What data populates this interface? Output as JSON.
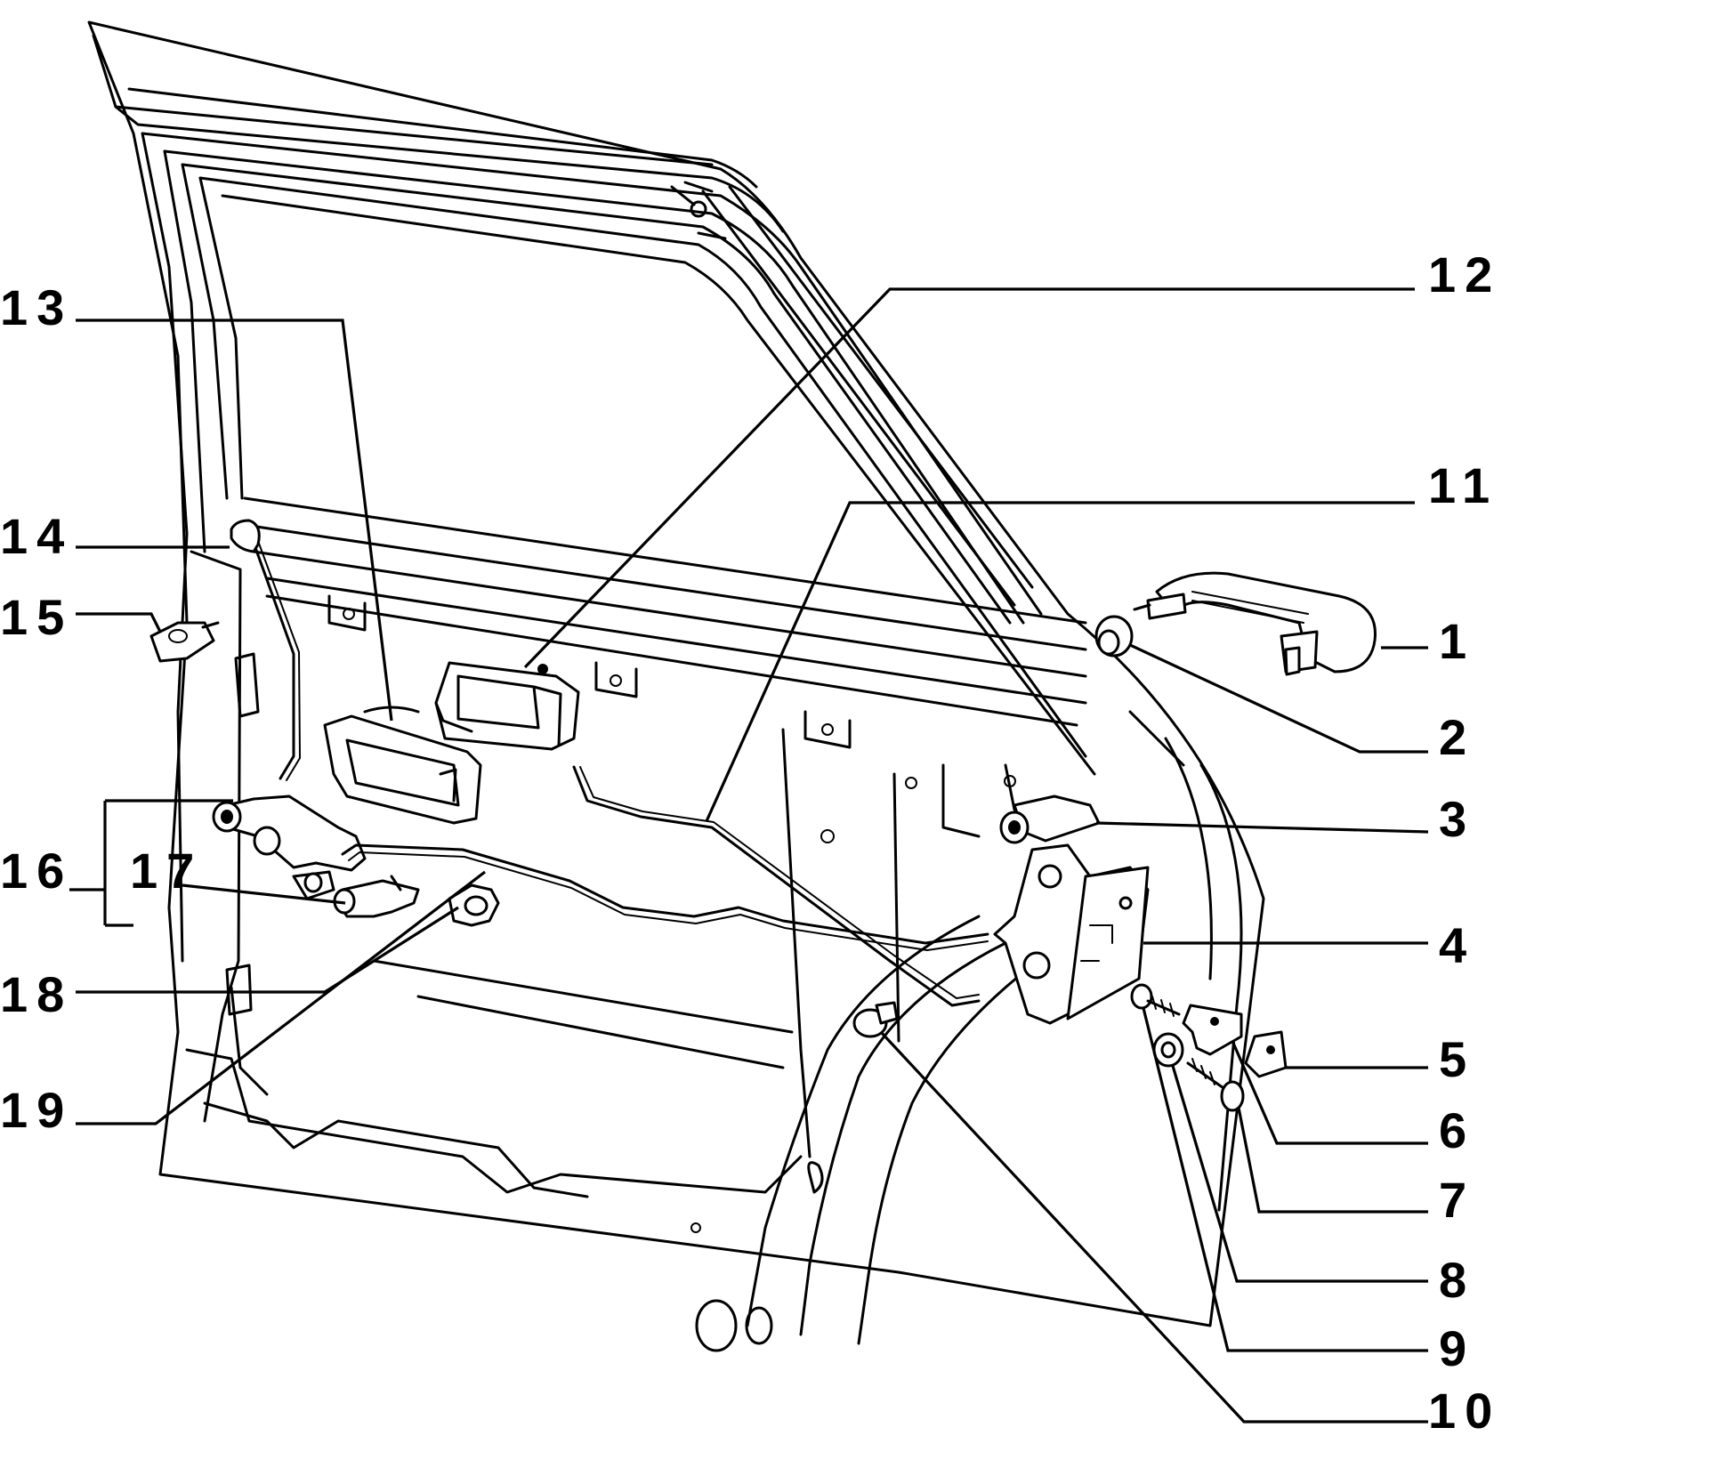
{
  "colors": {
    "line": "#000000",
    "background": "#ffffff"
  },
  "callouts": [
    {
      "id": "1",
      "text": "1"
    },
    {
      "id": "2",
      "text": "2"
    },
    {
      "id": "3",
      "text": "3"
    },
    {
      "id": "4",
      "text": "4"
    },
    {
      "id": "5",
      "text": "5"
    },
    {
      "id": "6",
      "text": "6"
    },
    {
      "id": "7",
      "text": "7"
    },
    {
      "id": "8",
      "text": "8"
    },
    {
      "id": "9",
      "text": "9"
    },
    {
      "id": "10",
      "text": "10"
    },
    {
      "id": "11",
      "text": "11"
    },
    {
      "id": "12",
      "text": "12"
    },
    {
      "id": "13",
      "text": "13"
    },
    {
      "id": "14",
      "text": "14"
    },
    {
      "id": "15",
      "text": "15"
    },
    {
      "id": "16",
      "text": "16"
    },
    {
      "id": "17",
      "text": "17"
    },
    {
      "id": "18",
      "text": "18"
    },
    {
      "id": "19",
      "text": "19"
    }
  ]
}
